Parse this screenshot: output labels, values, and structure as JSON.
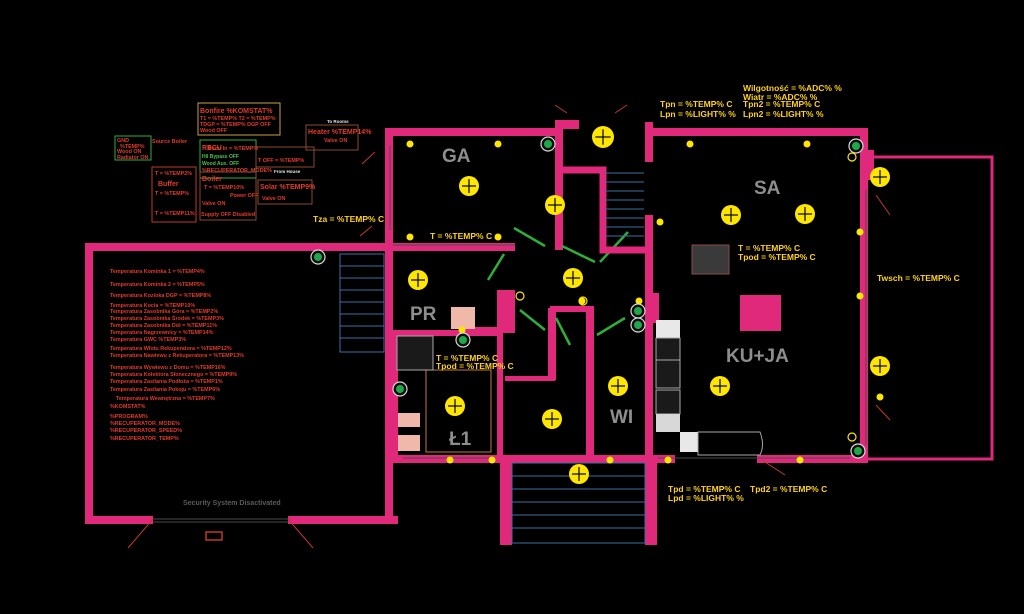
{
  "rooms": {
    "ga": "GA",
    "sa": "SA",
    "pr": "PR",
    "kuja": "KU+JA",
    "wi": "WI",
    "l1": "Ł1"
  },
  "readouts": {
    "ga_temp": "T = %TEMP% C",
    "tza": "Tza = %TEMP% C",
    "sa_temp": "T = %TEMP% C",
    "sa_tpod": "Tpod = %TEMP% C",
    "twsch": "Twsch = %TEMP% C",
    "l1_temp": "T = %TEMP% C",
    "l1_tpod": "Tpod = %TEMP% C",
    "tpn": "Tpn = %TEMP% C",
    "lpn": "Lpn = %LIGHT% %",
    "wilgotnosc": "Wilgotność = %ADC% %",
    "wiatr": "Wiatr = %ADC% %",
    "tpn2": "Tpn2 = %TEMP% C",
    "lpn2": "Lpn2 = %LIGHT% %",
    "tpd": "Tpd = %TEMP% C",
    "lpd": "Lpd = %LIGHT% %",
    "tpd2": "Tpd2 = %TEMP% C"
  },
  "boiler_room": {
    "bonfire_title": "Bonfire %KOMSTAT%",
    "bonfire_l1": "T1 = %TEMP%  T2 = %TEMP%",
    "bonfire_l2": "TDGP = %TEMP%  DGP OFF",
    "bonfire_l3": "Wood OFF",
    "heater_title": "Heater %TEMP14%",
    "to_rooms": "To Rooms",
    "heater_valve": "Valve ON",
    "gnd_l1": "GND",
    "gnd_l2": "%TEMP%",
    "gnd_l3": "Wood ON",
    "gnd_l4": "Radiator ON",
    "source": "Source Boiler",
    "recu_title": "RECU",
    "recu_l1": "Recu In = %TEMP%",
    "recu_l2": "Hil Bypass OFF",
    "recu_l3": "Wood Aux. OFF",
    "recu_l4": "%RECUPERATOR_MODE%",
    "toff": "T OFF = %TEMP%",
    "from_house": "From House",
    "buffer_title": "Buffer",
    "buffer_l1": "T = %TEMP2%",
    "buffer_l2": "T = %TEMP%",
    "buffer_l3": "T = %TEMP11%",
    "boiler_title": "Boiler",
    "boiler_l1": "T = %TEMP10%",
    "boiler_l2": "Power OFF",
    "boiler_l3": "Valve ON",
    "boiler_l4": "Supply OFF  Disabled",
    "solar_title": "Solar %TEMP9%",
    "solar_valve": "Valve ON"
  },
  "garage": {
    "lines": [
      "Temperatura Kominka 1 = %TEMP4%",
      "Temperatura Kominka 2 = %TEMP5%",
      "Temperatura Kozioka DGP = %TEMP8%",
      "Temperatura Kocia = %TEMP10%",
      "Temperatura Zasobnika Góra = %TEMP2%",
      "Temperatura Zasobnika Środek = %TEMP3%",
      "Temperatura Zasobnika Dół = %TEMP11%",
      "Temperatura Nagrzewnicy = %TEMP14%",
      "Temperatura GWC %TEMP3%",
      "Temperatura Wlotu Rekuperatora = %TEMP12%",
      "Temperatura Nawiewu z Rekuperatora = %TEMP13%",
      "Temperatura Wywiewu z Domu = %TEMP16%",
      "Temperatura Kolektora Słonecznego = %TEMP9%",
      "Temperatura Zasilania Podłoża = %TEMP1%",
      "Temperatura Zasilania Pokoju = %TEMP6%",
      "Temperatura Wewnętrzna = %TEMP7%",
      "%KOMSTAT%",
      "%PROGRAM%",
      "%RECUPERATOR_MODE%",
      "%RECUPERATOR_SPEED%",
      "%RECUPERATOR_TEMP%"
    ],
    "security": "Security System Disactivated"
  },
  "colors": {
    "wall": "#e0297a",
    "lamp": "#ffe600",
    "readout": "#ffd21a",
    "sensor": "#1fa84a",
    "room_label": "#8e8e8e",
    "boiler_text": "#e23a2c"
  },
  "icons": {
    "lamp": "ceiling-lamp-icon",
    "sensor": "sensor-icon",
    "smoke": "smoke-detector-icon"
  }
}
